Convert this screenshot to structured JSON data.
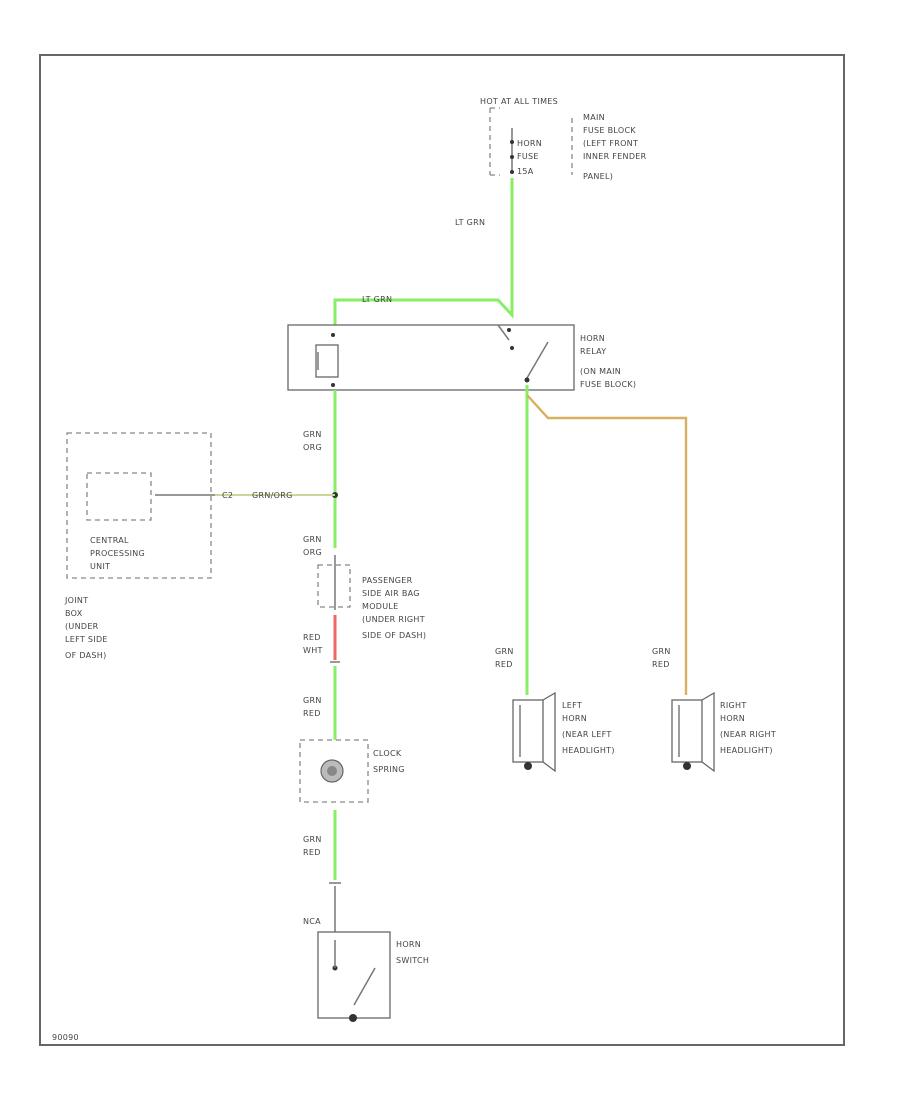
{
  "diagram": {
    "fuse_header": "HOT AT ALL TIMES",
    "fuse_block_label": [
      "MAIN",
      "FUSE BLOCK",
      "(LEFT FRONT",
      "INNER FENDER",
      "PANEL)"
    ],
    "fuse_label": [
      "HORN",
      "FUSE",
      "15A"
    ],
    "wire_lt_grn_vertical": "LT GRN",
    "wire_lt_grn_horizontal": "LT GRN",
    "horn_relay_label": [
      "HORN",
      "RELAY",
      "(ON MAIN",
      "FUSE BLOCK)"
    ],
    "wire_grn_org_top": [
      "GRN",
      "ORG"
    ],
    "wire_grn_org_horizontal": "GRN/ORG",
    "wire_grn_org_lower": [
      "GRN",
      "ORG"
    ],
    "connector_c2": "C2",
    "cpu_label": [
      "CENTRAL",
      "PROCESSING",
      "UNIT"
    ],
    "joint_box_label": [
      "JOINT",
      "BOX",
      "(UNDER",
      "LEFT SIDE",
      "OF DASH)"
    ],
    "airbag_module_label": [
      "PASSENGER",
      "SIDE AIR BAG",
      "MODULE",
      "(UNDER RIGHT",
      "SIDE OF DASH)"
    ],
    "wire_red_wht": [
      "RED",
      "WHT"
    ],
    "wire_grn_red_mid": [
      "GRN",
      "RED"
    ],
    "clock_spring_label": [
      "CLOCK",
      "SPRING"
    ],
    "wire_grn_red_low": [
      "GRN",
      "RED"
    ],
    "wire_grn_red_left_horn": [
      "GRN",
      "RED"
    ],
    "wire_grn_red_right_horn": [
      "GRN",
      "RED"
    ],
    "left_horn_label": [
      "LEFT",
      "HORN",
      "(NEAR LEFT",
      "HEADLIGHT)"
    ],
    "right_horn_label": [
      "RIGHT",
      "HORN",
      "(NEAR RIGHT",
      "HEADLIGHT)"
    ],
    "horn_switch_label": [
      "HORN",
      "SWITCH"
    ],
    "nca_label": "NCA",
    "figure_id": "90090",
    "colors": {
      "wire_green": "#88ee66",
      "wire_orange": "#d8b060",
      "wire_red": "#ee6666",
      "line_gray": "#666666"
    }
  }
}
